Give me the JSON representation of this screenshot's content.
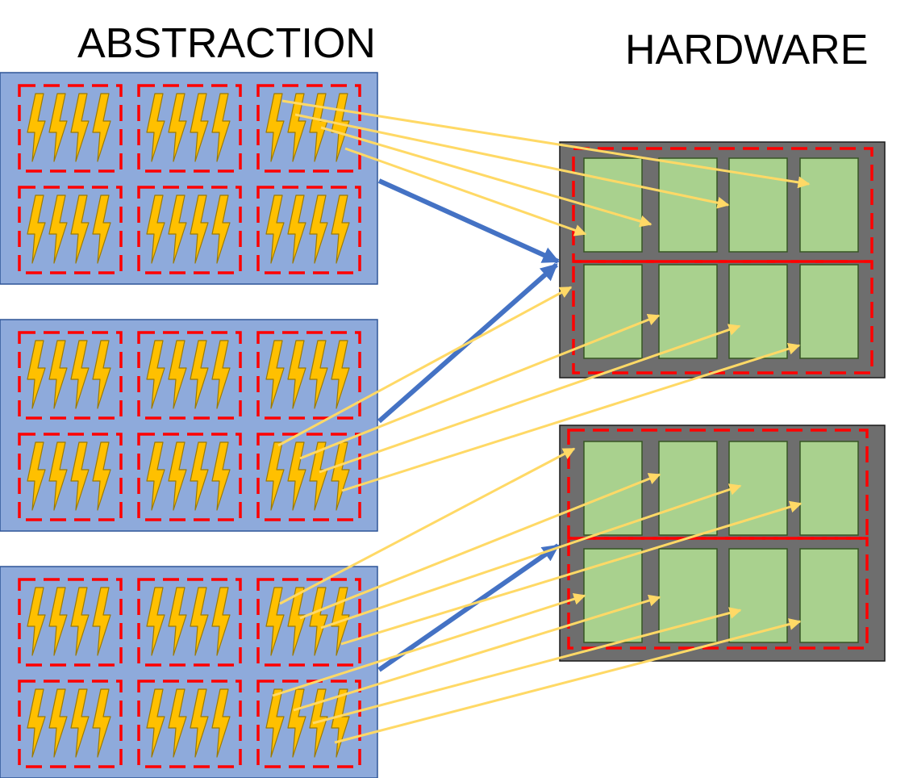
{
  "labels": {
    "abstraction": "ABSTRACTION",
    "hardware": "HARDWARE"
  },
  "colors": {
    "background": "#ffffff",
    "abstraction_panel": "#8eaadb",
    "panel_border": "#2f5597",
    "thread_group_dash": "#ff0000",
    "thread": "#ffc000",
    "thread_outline": "#9c7a00",
    "hardware_panel": "#6e6e6e",
    "core": "#a9d18e",
    "core_border": "#375623",
    "mapping_arrow": "#4472c4",
    "thread_arrow": "#ffd966"
  },
  "icons": {
    "thread": "lightning-bolt-icon"
  },
  "abstraction": {
    "blocks": 3,
    "groups_per_block": 6,
    "threads_per_group": 4
  },
  "hardware": {
    "units": 2,
    "groups_per_unit": 2,
    "cores_per_group": 4
  }
}
